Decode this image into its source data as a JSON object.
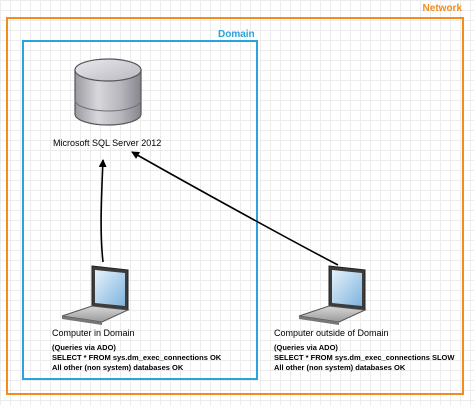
{
  "network": {
    "title": "Network"
  },
  "domain": {
    "title": "Domain"
  },
  "server": {
    "label": "Microsoft SQL Server 2012",
    "icon": "database-icon"
  },
  "computer_in_domain": {
    "label": "Computer in Domain",
    "icon": "laptop-icon",
    "notes": {
      "line1": "(Queries via ADO)",
      "line2": "SELECT * FROM sys.dm_exec_connections   OK",
      "line3": "All other (non system) databases OK"
    }
  },
  "computer_outside": {
    "label": "Computer outside of Domain",
    "icon": "laptop-icon",
    "notes": {
      "line1": "(Queries via ADO)",
      "line2": "SELECT * FROM sys.dm_exec_connections   SLOW",
      "line3": "All other (non system) databases OK"
    }
  },
  "colors": {
    "network": "#f28c1a",
    "domain": "#29a3db",
    "arrow": "#000000"
  }
}
